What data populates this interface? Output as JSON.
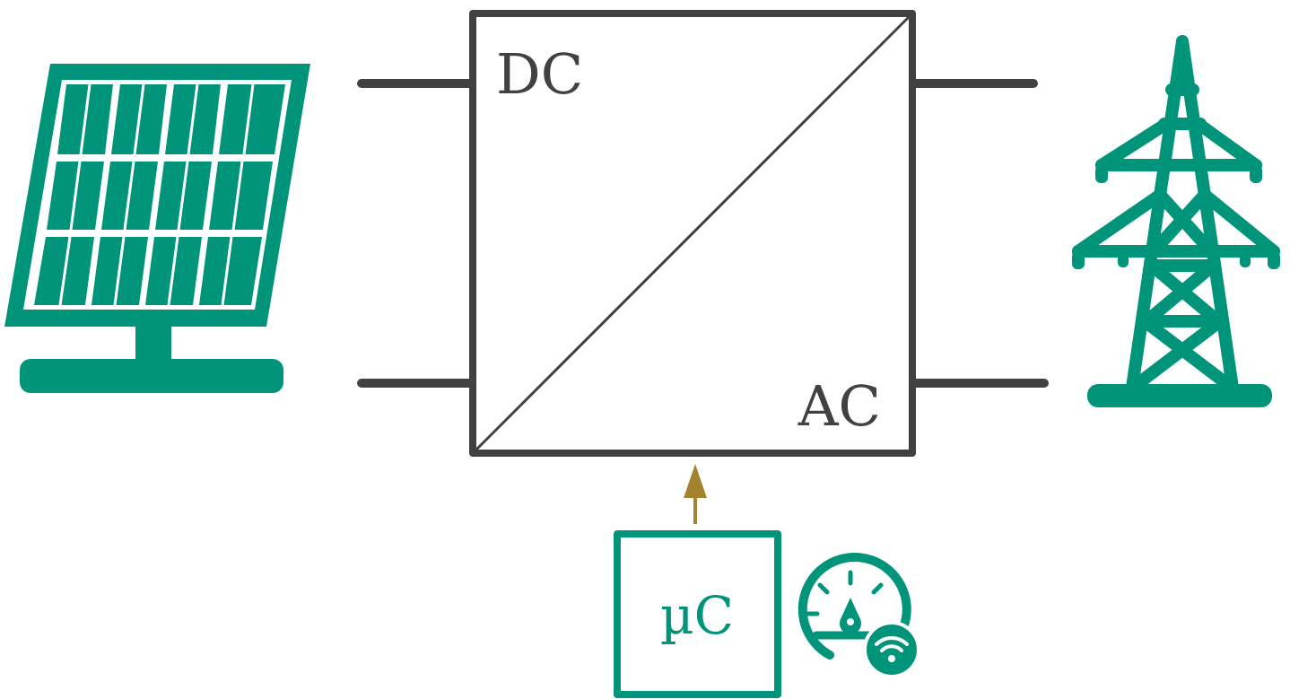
{
  "converter": {
    "input_label": "DC",
    "output_label": "AC"
  },
  "controller": {
    "label": "µC"
  },
  "colors": {
    "accent": "#00957A",
    "line": "#414141",
    "control_arrow": "#A4832E",
    "background": "#FFFFFF"
  },
  "icons": {
    "source": "solar-panel-icon",
    "grid": "power-pylon-icon",
    "meter": "smart-meter-wifi-icon"
  }
}
